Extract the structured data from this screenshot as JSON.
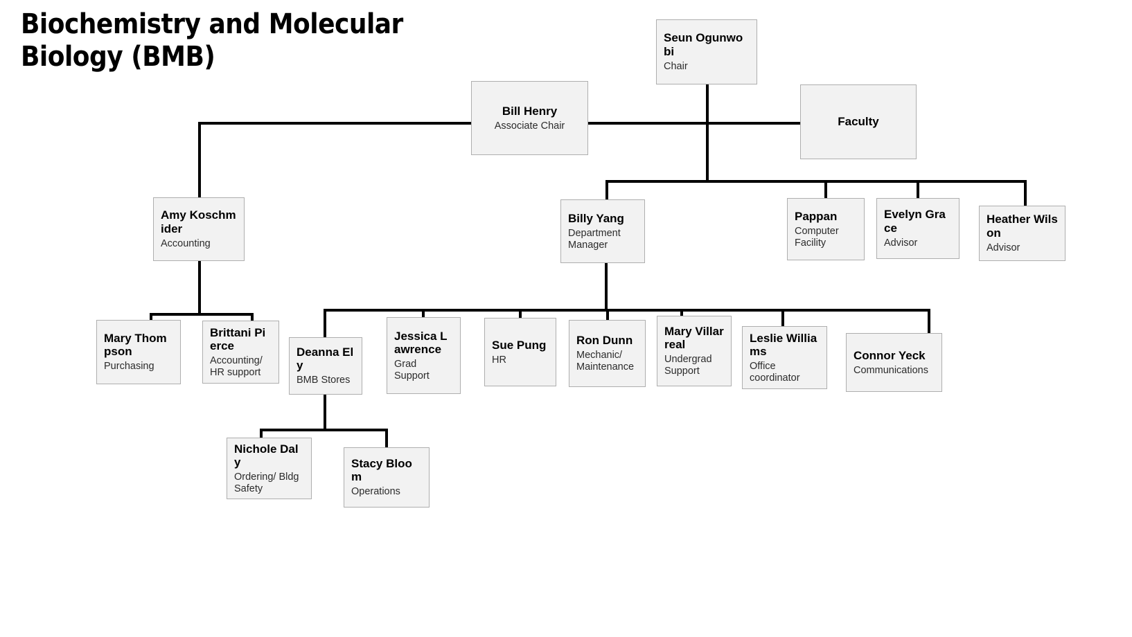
{
  "title": "Biochemistry and Molecular Biology (BMB)",
  "theme": {
    "box_fill": "#f2f2f2",
    "box_border": "#aeaeae",
    "connector": "#000000",
    "text": "#000000",
    "role_text": "#2b2b2b",
    "background": "#ffffff"
  },
  "chart_data": {
    "type": "org-chart",
    "title": "Biochemistry and Molecular Biology (BMB)",
    "nodes": [
      {
        "id": "chair",
        "name": "Seun Ogunwobi",
        "role": "Chair",
        "align": "left"
      },
      {
        "id": "assoc",
        "name": "Bill Henry",
        "role": "Associate Chair",
        "align": "center"
      },
      {
        "id": "faculty",
        "name": "Faculty",
        "role": "",
        "align": "center"
      },
      {
        "id": "amy",
        "name": "Amy Koschmider",
        "role": "Accounting",
        "align": "left"
      },
      {
        "id": "billy",
        "name": "Billy Yang",
        "role": "Department Manager",
        "align": "left"
      },
      {
        "id": "pappan",
        "name": "Pappan",
        "role": "Computer Facility",
        "align": "left"
      },
      {
        "id": "evelyn",
        "name": "Evelyn Grace",
        "role": "Advisor",
        "align": "left"
      },
      {
        "id": "heather",
        "name": "Heather Wilson",
        "role": "Advisor",
        "align": "left"
      },
      {
        "id": "mary_t",
        "name": "Mary Thompson",
        "role": "Purchasing",
        "align": "left"
      },
      {
        "id": "brittani",
        "name": "Brittani Pierce",
        "role": "Accounting/ HR support",
        "align": "left"
      },
      {
        "id": "deanna",
        "name": "Deanna Ely",
        "role": "BMB Stores",
        "align": "left"
      },
      {
        "id": "jessica",
        "name": "Jessica Lawrence",
        "role": "Grad Support",
        "align": "left"
      },
      {
        "id": "sue",
        "name": "Sue Pung",
        "role": "HR",
        "align": "left"
      },
      {
        "id": "ron",
        "name": "Ron Dunn",
        "role": "Mechanic/ Maintenance",
        "align": "left"
      },
      {
        "id": "mary_v",
        "name": "Mary Villarreal",
        "role": "Undergrad Support",
        "align": "left"
      },
      {
        "id": "leslie",
        "name": "Leslie Williams",
        "role": "Office coordinator",
        "align": "left"
      },
      {
        "id": "connor",
        "name": "Connor Yeck",
        "role": "Communications",
        "align": "left"
      },
      {
        "id": "nichole",
        "name": "Nichole Daly",
        "role": "Ordering/ Bldg Safety",
        "align": "left"
      },
      {
        "id": "stacy",
        "name": "Stacy Bloom",
        "role": "Operations",
        "align": "left"
      }
    ],
    "edges": [
      {
        "from": "chair",
        "to": "assoc"
      },
      {
        "from": "chair",
        "to": "faculty"
      },
      {
        "from": "chair",
        "to": "billy"
      },
      {
        "from": "chair",
        "to": "pappan"
      },
      {
        "from": "chair",
        "to": "evelyn"
      },
      {
        "from": "chair",
        "to": "heather"
      },
      {
        "from": "assoc",
        "to": "amy"
      },
      {
        "from": "amy",
        "to": "mary_t"
      },
      {
        "from": "amy",
        "to": "brittani"
      },
      {
        "from": "billy",
        "to": "deanna"
      },
      {
        "from": "billy",
        "to": "jessica"
      },
      {
        "from": "billy",
        "to": "sue"
      },
      {
        "from": "billy",
        "to": "ron"
      },
      {
        "from": "billy",
        "to": "mary_v"
      },
      {
        "from": "billy",
        "to": "leslie"
      },
      {
        "from": "billy",
        "to": "connor"
      },
      {
        "from": "deanna",
        "to": "nichole"
      },
      {
        "from": "deanna",
        "to": "stacy"
      }
    ]
  },
  "boxes": {
    "chair": {
      "name": "Seun Ogunwobi",
      "role": "Chair"
    },
    "assoc": {
      "name": "Bill Henry",
      "role": "Associate Chair"
    },
    "faculty": {
      "name": "Faculty",
      "role": ""
    },
    "amy": {
      "name": "Amy Koschmider",
      "role": "Accounting"
    },
    "billy": {
      "name": "Billy Yang",
      "role": "Department Manager"
    },
    "pappan": {
      "name": "Pappan",
      "role": "Computer Facility"
    },
    "evelyn": {
      "name": "Evelyn Grace",
      "role": "Advisor"
    },
    "heather": {
      "name": "Heather Wilson",
      "role": "Advisor"
    },
    "mary_t": {
      "name": "Mary Thompson",
      "role": "Purchasing"
    },
    "brittani": {
      "name": "Brittani Pierce",
      "role": "Accounting/ HR support"
    },
    "deanna": {
      "name": "Deanna Ely",
      "role": "BMB Stores"
    },
    "jessica": {
      "name": "Jessica Lawrence",
      "role": "Grad Support"
    },
    "sue": {
      "name": "Sue Pung",
      "role": "HR"
    },
    "ron": {
      "name": "Ron Dunn",
      "role": "Mechanic/ Maintenance"
    },
    "mary_v": {
      "name": "Mary Villarreal",
      "role": "Undergrad Support"
    },
    "leslie": {
      "name": "Leslie Williams",
      "role": "Office coordinator"
    },
    "connor": {
      "name": "Connor Yeck",
      "role": "Communications"
    },
    "nichole": {
      "name": "Nichole Daly",
      "role": "Ordering/ Bldg Safety"
    },
    "stacy": {
      "name": "Stacy Bloom",
      "role": "Operations"
    }
  }
}
